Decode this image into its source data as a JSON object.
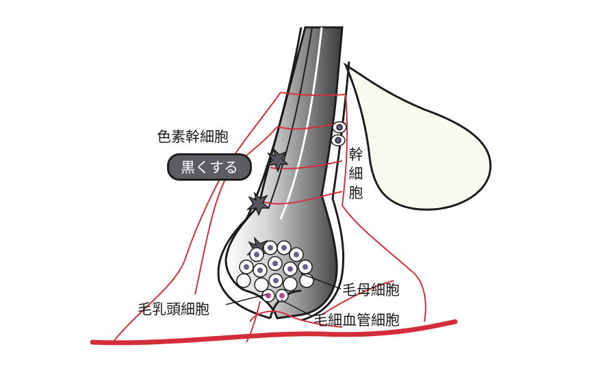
{
  "labels": {
    "melanocyte_stem_cell": "色素幹細胞",
    "blacken_badge": "黒くする",
    "stem_cell_chars": [
      "幹",
      "細",
      "胞"
    ],
    "hair_matrix_cell": "毛母細胞",
    "dermal_papilla_cell": "毛乳頭細胞",
    "capillary_cell": "毛細血管細胞"
  },
  "colors": {
    "vessel": "#d32d3a",
    "badge_bg": "#5b5d63",
    "hair_dark": "#3b3b3b",
    "hair_light": "#ececec",
    "gland_fill": "#fbfaf0",
    "cell_nucleus": "#6c5c8c",
    "melanocyte": "#55565f"
  }
}
